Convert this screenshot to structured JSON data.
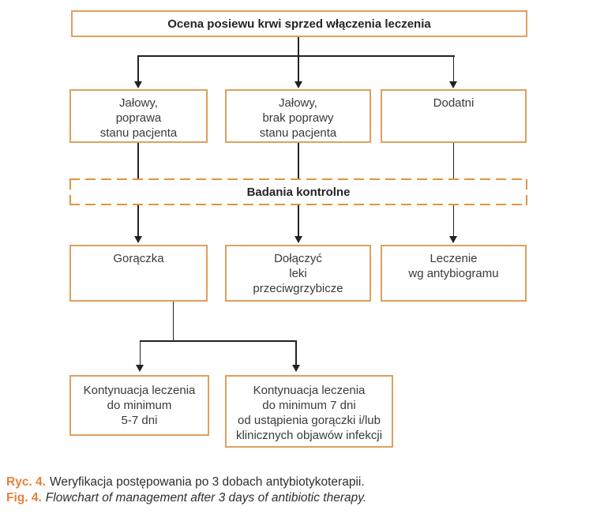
{
  "figure": {
    "nodes": {
      "assessment": "Ocena posiewu krwi sprzed włączenia leczenia",
      "sterile_improved": "Jałowy,\npoprawa\nstanu pacjenta",
      "sterile_no_improvement": "Jałowy,\nbrak poprawy\nstanu pacjenta",
      "positive": "Dodatni",
      "follow_up": "Badania kontrolne",
      "fever": "Gorączka",
      "antifungal": "Dołączyć\nleki\nprzeciwgrzybicze",
      "antibiogram": "Leczenie\nwg antybiogramu",
      "continue_5_7": "Kontynuacja leczenia\ndo minimum\n5-7 dni",
      "continue_7": "Kontynuacja leczenia\ndo minimum 7 dni\nod ustąpienia gorączki i/lub\nklinicznych objawów infekcji"
    },
    "caption": {
      "pl_label": "Ryc. 4.",
      "pl_text": "Weryfikacja postępowania po 3 dobach antybiotykoterapii.",
      "en_label": "Fig. 4.",
      "en_text": "Flowchart of management after 3 days of antibiotic therapy."
    },
    "colors": {
      "box_border": "#DFA05E",
      "dashed_border": "#E09440",
      "caption_accent": "#E8813B",
      "connector": "#222222"
    }
  }
}
